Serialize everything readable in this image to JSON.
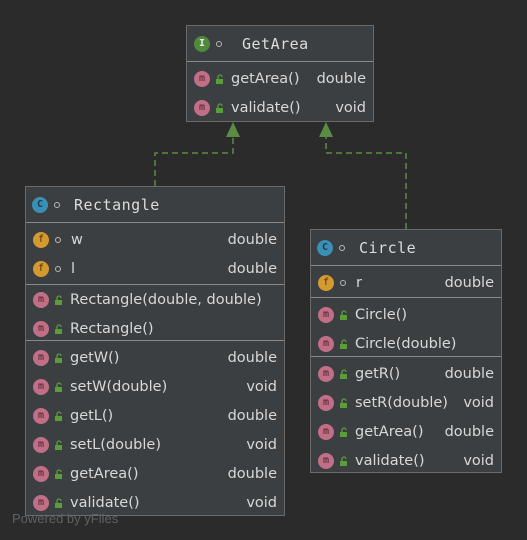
{
  "interface": {
    "stereotype": "I",
    "name": "GetArea",
    "methods": [
      {
        "name": "getArea()",
        "type": "double"
      },
      {
        "name": "validate()",
        "type": "void"
      }
    ]
  },
  "rectangle": {
    "stereotype": "C",
    "name": "Rectangle",
    "fields": [
      {
        "name": "w",
        "type": "double"
      },
      {
        "name": "l",
        "type": "double"
      }
    ],
    "constructors": [
      {
        "name": "Rectangle(double, double)"
      },
      {
        "name": "Rectangle()"
      }
    ],
    "methods": [
      {
        "name": "getW()",
        "type": "double"
      },
      {
        "name": "setW(double)",
        "type": "void"
      },
      {
        "name": "getL()",
        "type": "double"
      },
      {
        "name": "setL(double)",
        "type": "void"
      },
      {
        "name": "getArea()",
        "type": "double"
      },
      {
        "name": "validate()",
        "type": "void"
      }
    ]
  },
  "circle": {
    "stereotype": "C",
    "name": "Circle",
    "fields": [
      {
        "name": "r",
        "type": "double"
      }
    ],
    "constructors": [
      {
        "name": "Circle()"
      },
      {
        "name": "Circle(double)"
      }
    ],
    "methods": [
      {
        "name": "getR()",
        "type": "double"
      },
      {
        "name": "setR(double)",
        "type": "void"
      },
      {
        "name": "getArea()",
        "type": "double"
      },
      {
        "name": "validate()",
        "type": "void"
      }
    ]
  },
  "badges": {
    "field": "f",
    "method": "m"
  },
  "colors": {
    "background": "#2b2b2b",
    "node": "#3c3f41",
    "arrow": "#5b8c44"
  },
  "watermark": "Powered by yFiles"
}
